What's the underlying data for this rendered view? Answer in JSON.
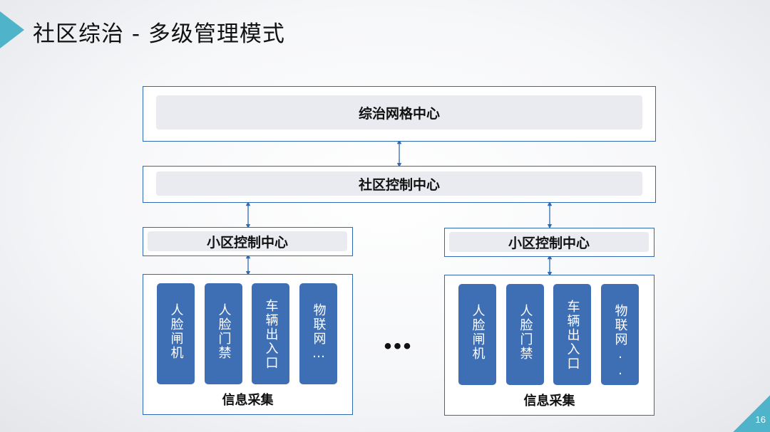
{
  "page": {
    "title": "社区综治 - 多级管理模式",
    "page_number": "16",
    "accent_color": "#4fb3c9",
    "box_border_color": "#2f6ab4",
    "pill_color": "#3e6fb5"
  },
  "diagram": {
    "top_center": "综治网格中心",
    "community_center": "社区控制中心",
    "left_group": {
      "control_center": "小区控制中心",
      "devices": [
        "人脸闸机",
        "人脸门禁",
        "车辆出入口",
        "物联网…"
      ],
      "collection_label": "信息采集"
    },
    "ellipsis": "•••",
    "right_group": {
      "control_center": "小区控制中心",
      "devices": [
        "人脸闸机",
        "人脸门禁",
        "车辆出入口",
        "物联网.."
      ],
      "collection_label": "信息采集"
    }
  }
}
